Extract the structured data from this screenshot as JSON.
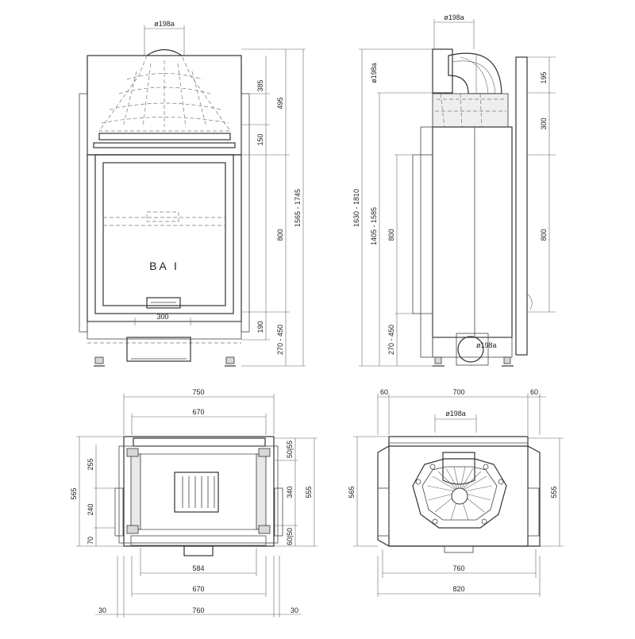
{
  "front_view": {
    "flue_diameter": "ø198a",
    "model_label": "BA I",
    "dim_385": "385",
    "dim_495": "495",
    "dim_150": "150",
    "dim_800": "800",
    "dim_190": "190",
    "dim_270_450": "270 - 450",
    "dim_1565_1745": "1565 - 1745",
    "dim_300": "300"
  },
  "side_view": {
    "flue_diameter_top": "ø198a",
    "flue_diameter_left": "ø198a",
    "flue_diameter_rear": "ø198a",
    "dim_1630_1810": "1630 - 1810",
    "dim_1405_1585": "1405 - 1585",
    "dim_800_left": "800",
    "dim_270_450": "270 - 450",
    "dim_195": "195",
    "dim_300": "300",
    "dim_800_right": "800"
  },
  "top_view": {
    "dim_750": "750",
    "dim_670_top": "670",
    "dim_565": "565",
    "dim_255": "255",
    "dim_240": "240",
    "dim_70": "70",
    "dim_50_55": "50|55",
    "dim_340": "340",
    "dim_555": "555",
    "dim_60_50": "60|50",
    "dim_584": "584",
    "dim_670_bottom": "670",
    "dim_30_left": "30",
    "dim_760": "760",
    "dim_30_right": "30"
  },
  "section_view": {
    "dim_60_left": "60",
    "dim_700": "700",
    "dim_60_right": "60",
    "flue_diameter": "ø198a",
    "dim_565": "565",
    "dim_555": "555",
    "dim_760": "760",
    "dim_820": "820"
  }
}
